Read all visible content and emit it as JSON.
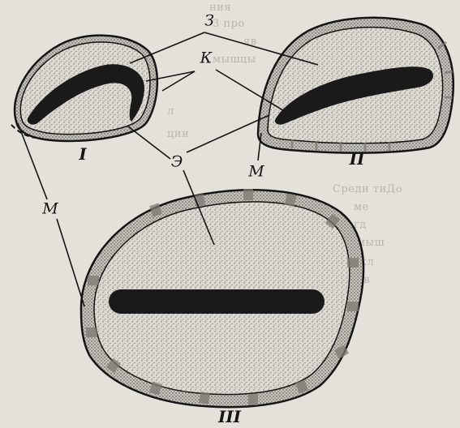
{
  "background_text": {
    "lines": [
      "ния",
      "3 про",
      "яв",
      "мышцы",
      "л",
      "ции",
      "Среди тиДо",
      "ме",
      "гд",
      "мыш",
      "жл",
      "ов"
    ]
  },
  "diagram": {
    "labels": {
      "z": "З",
      "k": "К",
      "e": "Э",
      "m_left": "М",
      "m_right": "М",
      "fig1": "I",
      "fig2": "II",
      "fig3": "III"
    }
  },
  "colors": {
    "paper": "#e4e1da",
    "ink": "#141414",
    "stipple_fill": "#d9d6cf",
    "dark_core": "#1a1a1a",
    "band": "#c9c6be"
  }
}
